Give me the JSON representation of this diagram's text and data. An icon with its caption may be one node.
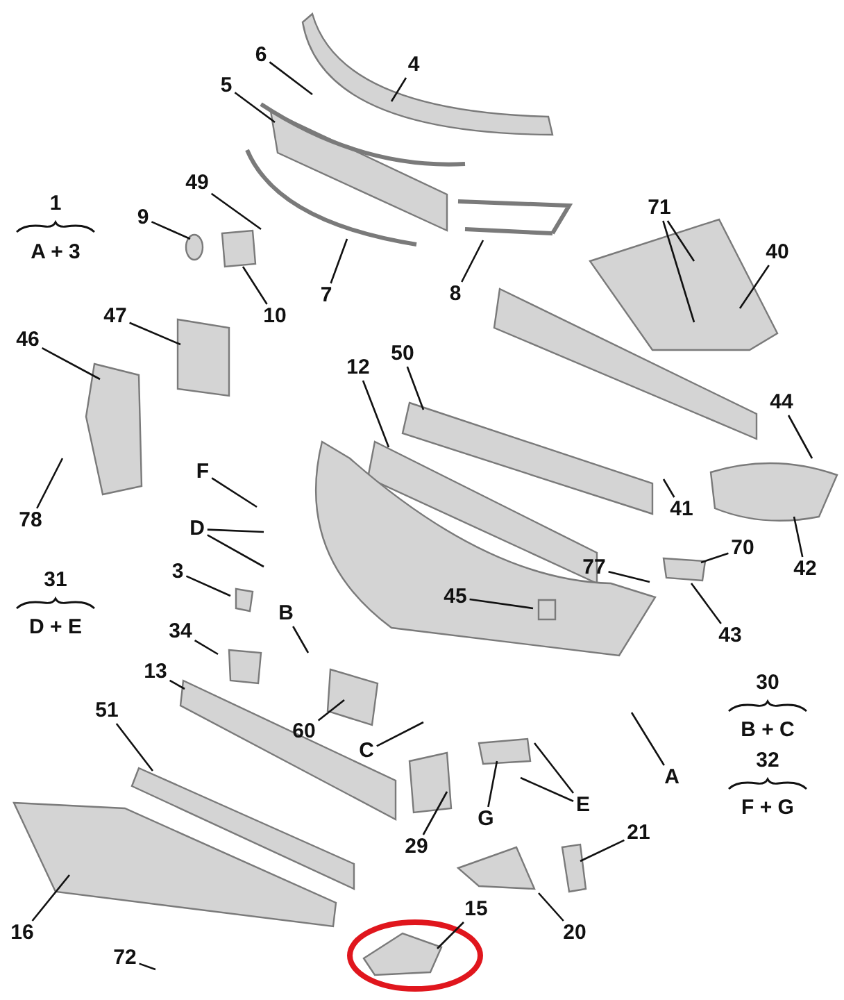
{
  "diagram": {
    "nodes": [
      {
        "text": [
          "4"
        ]
      },
      {
        "text": [
          "6"
        ]
      },
      {
        "text": [
          "5"
        ]
      },
      {
        "text": [
          "49"
        ]
      },
      {
        "text": [
          "9"
        ]
      },
      {
        "text": [
          "10"
        ]
      },
      {
        "text": [
          "7"
        ]
      },
      {
        "text": [
          "8"
        ]
      },
      {
        "text": [
          "71"
        ]
      },
      {
        "text": [
          "40"
        ]
      },
      {
        "text": [
          "47"
        ]
      },
      {
        "text": [
          "46"
        ]
      },
      {
        "text": [
          "50"
        ]
      },
      {
        "text": [
          "12"
        ]
      },
      {
        "text": [
          "44"
        ]
      },
      {
        "text": [
          "78"
        ]
      },
      {
        "text": [
          "F"
        ]
      },
      {
        "text": [
          "D"
        ]
      },
      {
        "text": [
          "41"
        ]
      },
      {
        "text": [
          "42"
        ]
      },
      {
        "text": [
          "70"
        ]
      },
      {
        "text": [
          "77"
        ]
      },
      {
        "text": [
          "3"
        ]
      },
      {
        "text": [
          "45"
        ]
      },
      {
        "text": [
          "B"
        ]
      },
      {
        "text": [
          "34"
        ]
      },
      {
        "text": [
          "13"
        ]
      },
      {
        "text": [
          "43"
        ]
      },
      {
        "text": [
          "60"
        ]
      },
      {
        "text": [
          "A"
        ]
      },
      {
        "text": [
          "C"
        ]
      },
      {
        "text": [
          "51"
        ]
      },
      {
        "text": [
          "E"
        ]
      },
      {
        "text": [
          "G"
        ]
      },
      {
        "text": [
          "29"
        ]
      },
      {
        "text": [
          "21"
        ]
      },
      {
        "text": [
          "20"
        ]
      },
      {
        "text": [
          "15"
        ]
      },
      {
        "text": [
          "16"
        ]
      },
      {
        "text": [
          "72"
        ]
      }
    ],
    "edges": [
      {
        "from": 0,
        "to": null,
        "arrow": "none"
      },
      {
        "from": 1,
        "to": null,
        "arrow": "none"
      },
      {
        "from": 2,
        "to": null,
        "arrow": "none"
      },
      {
        "from": 3,
        "to": null,
        "arrow": "none"
      },
      {
        "from": 4,
        "to": null,
        "arrow": "none"
      },
      {
        "from": 5,
        "to": null,
        "arrow": "none"
      },
      {
        "from": 6,
        "to": null,
        "arrow": "none"
      },
      {
        "from": 7,
        "to": null,
        "arrow": "none"
      },
      {
        "from": 8,
        "to": null,
        "arrow": "none"
      },
      {
        "from": 8,
        "to": null,
        "arrow": "none"
      },
      {
        "from": 9,
        "to": null,
        "arrow": "none"
      },
      {
        "from": 10,
        "to": null,
        "arrow": "none"
      },
      {
        "from": 11,
        "to": null,
        "arrow": "none"
      },
      {
        "from": 12,
        "to": null,
        "arrow": "none"
      },
      {
        "from": 13,
        "to": null,
        "arrow": "none"
      },
      {
        "from": 14,
        "to": null,
        "arrow": "none"
      },
      {
        "from": 15,
        "to": null,
        "arrow": "none"
      },
      {
        "from": 16,
        "to": null,
        "arrow": "none"
      },
      {
        "from": 17,
        "to": null,
        "arrow": "none"
      },
      {
        "from": 17,
        "to": null,
        "arrow": "none"
      },
      {
        "from": 18,
        "to": null,
        "arrow": "none"
      },
      {
        "from": 19,
        "to": null,
        "arrow": "none"
      },
      {
        "from": 20,
        "to": null,
        "arrow": "none"
      },
      {
        "from": 21,
        "to": null,
        "arrow": "none"
      },
      {
        "from": 22,
        "to": null,
        "arrow": "none"
      },
      {
        "from": 23,
        "to": null,
        "arrow": "none"
      },
      {
        "from": 24,
        "to": null,
        "arrow": "none"
      },
      {
        "from": 25,
        "to": null,
        "arrow": "none"
      },
      {
        "from": 26,
        "to": null,
        "arrow": "none"
      },
      {
        "from": 27,
        "to": null,
        "arrow": "none"
      },
      {
        "from": 28,
        "to": null,
        "arrow": "none"
      },
      {
        "from": 29,
        "to": null,
        "arrow": "none"
      },
      {
        "from": 30,
        "to": null,
        "arrow": "none"
      },
      {
        "from": 31,
        "to": null,
        "arrow": "none"
      },
      {
        "from": 32,
        "to": null,
        "arrow": "none"
      },
      {
        "from": 32,
        "to": null,
        "arrow": "none"
      },
      {
        "from": 33,
        "to": null,
        "arrow": "none"
      },
      {
        "from": 34,
        "to": null,
        "arrow": "none"
      },
      {
        "from": 35,
        "to": null,
        "arrow": "none"
      },
      {
        "from": 36,
        "to": null,
        "arrow": "none"
      },
      {
        "from": 37,
        "to": null,
        "arrow": "none"
      },
      {
        "from": 38,
        "to": null,
        "arrow": "none"
      },
      {
        "from": 39,
        "to": null,
        "arrow": "none"
      }
    ],
    "labels": [
      "1",
      "A + 3",
      "31",
      "D + E",
      "30",
      "B + C",
      "32",
      "F + G"
    ]
  }
}
